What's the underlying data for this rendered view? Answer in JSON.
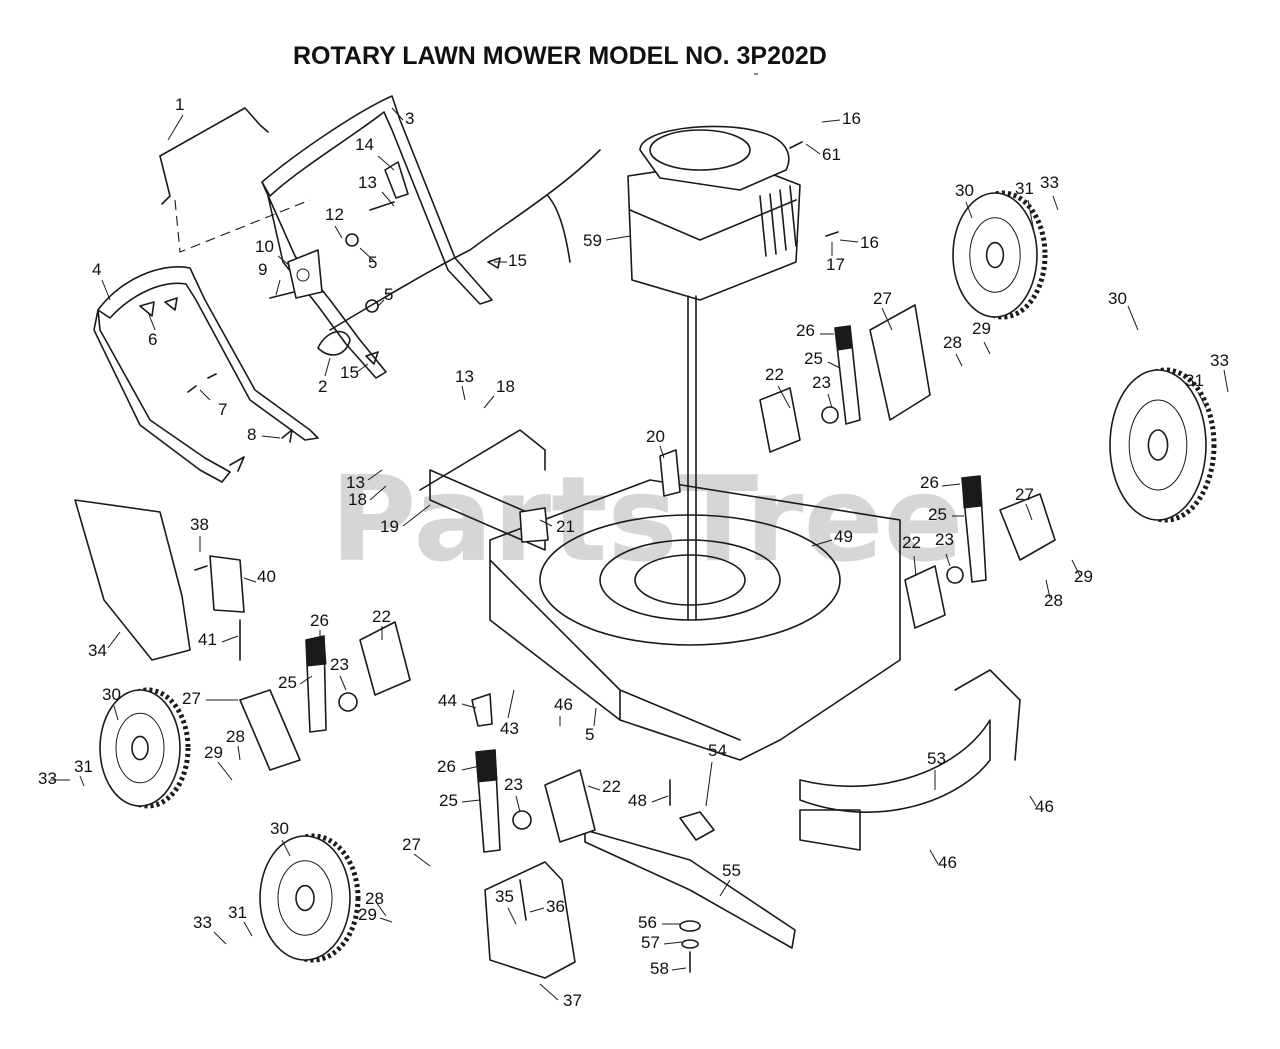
{
  "title": "ROTARY LAWN MOWER MODEL NO. 3P202D",
  "watermark": "PartsTree",
  "part_labels": {
    "p1": "1",
    "p2": "2",
    "p3": "3",
    "p4": "4",
    "p5a": "5",
    "p5b": "5",
    "p5c": "5",
    "p6": "6",
    "p7": "7",
    "p8": "8",
    "p9": "9",
    "p10": "10",
    "p12": "12",
    "p13a": "13",
    "p13b": "13",
    "p13c": "13",
    "p14": "14",
    "p15a": "15",
    "p15b": "15",
    "p16a": "16",
    "p16b": "16",
    "p17": "17",
    "p18a": "18",
    "p18b": "18",
    "p19": "19",
    "p20": "20",
    "p21": "21",
    "p22a": "22",
    "p22b": "22",
    "p22c": "22",
    "p22d": "22",
    "p23a": "23",
    "p23b": "23",
    "p23c": "23",
    "p23d": "23",
    "p25a": "25",
    "p25b": "25",
    "p25c": "25",
    "p25d": "25",
    "p26a": "26",
    "p26b": "26",
    "p26c": "26",
    "p26d": "26",
    "p27a": "27",
    "p27b": "27",
    "p27c": "27",
    "p27d": "27",
    "p28a": "28",
    "p28b": "28",
    "p28c": "28",
    "p28d": "28",
    "p29a": "29",
    "p29b": "29",
    "p29c": "29",
    "p29d": "29",
    "p30a": "30",
    "p30b": "30",
    "p30c": "30",
    "p30d": "30",
    "p31a": "31",
    "p31b": "31",
    "p31c": "31",
    "p31d": "31",
    "p33a": "33",
    "p33b": "33",
    "p33c": "33",
    "p33d": "33",
    "p34": "34",
    "p35": "35",
    "p36": "36",
    "p37": "37",
    "p38": "38",
    "p40": "40",
    "p41": "41",
    "p43": "43",
    "p44": "44",
    "p46a": "46",
    "p46b": "46",
    "p46c": "46",
    "p48": "48",
    "p49": "49",
    "p53": "53",
    "p54": "54",
    "p55": "55",
    "p56": "56",
    "p57": "57",
    "p58": "58",
    "p59": "59",
    "p61": "61"
  }
}
